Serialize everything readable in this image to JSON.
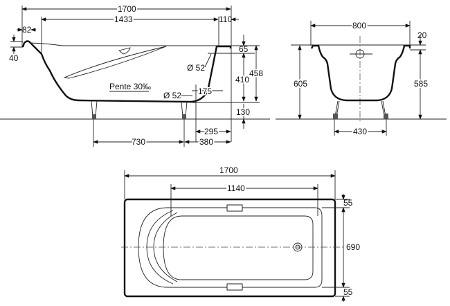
{
  "side_view": {
    "length_total": "1700",
    "inner_length": "1433",
    "right_rim": "110",
    "left_rim": "82",
    "left_lip_height": "40",
    "overflow_offset": "65",
    "overflow_diameter": "Ø 52",
    "drain_diameter": "Ø 52",
    "drain_offset": "175",
    "depth_inner": "410",
    "depth_total": "458",
    "floor_clearance": "130",
    "drain_to_end": "295",
    "leg_spacing": "730",
    "leg_to_end": "380",
    "slope": "Pente 30‰"
  },
  "end_view": {
    "width": "800",
    "rim_thickness": "20",
    "total_height": "605",
    "rim_height": "585",
    "leg_spacing": "430"
  },
  "plan_view": {
    "length": "1700",
    "basin_length": "1140",
    "rim_top": "55",
    "width": "690",
    "rim_bottom": "55"
  }
}
